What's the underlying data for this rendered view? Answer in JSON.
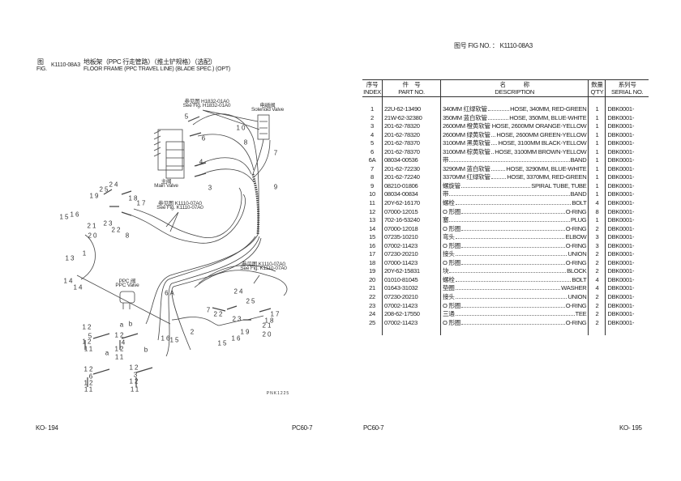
{
  "left_header": {
    "fig_cn": "图",
    "fig_en": "FIG.",
    "fig_no": "K1110-08A3",
    "title_cn": "地板架（PPC 行走管路）（推土铲规格）（选配）",
    "title_en": "FLOOR FRAME (PPC TRAVEL LINE) (BLADE SPEC.) (OPT)"
  },
  "right_header": {
    "fig_label": "图号 FIG NO. ：",
    "fig_no": "K1110-08A3"
  },
  "diagram": {
    "notes": {
      "see_h1832_cn": "参见图 H1832-01A0",
      "see_h1832_en": "See Fig. H1832-01A0",
      "solenoid_cn": "电磁阀",
      "solenoid_en": "Solenoid Valve",
      "main_valve_cn": "主阀",
      "main_valve_en": "Main Valve",
      "see_k1110_cn": "参见图 K1110-07A0",
      "see_k1110_en": "See Fig. K1110-07A0",
      "ppc_cn": "PPC 阀",
      "ppc_en": "PPC Valve",
      "drawing_code": "PNK1225"
    },
    "callouts": [
      "5",
      "6",
      "4",
      "3",
      "10",
      "8",
      "7",
      "9",
      "24",
      "25",
      "19",
      "18",
      "17",
      "15",
      "16",
      "21",
      "23",
      "22",
      "20",
      "8",
      "1",
      "13",
      "14",
      "14",
      "6A",
      "24",
      "25",
      "7",
      "22",
      "23",
      "17",
      "18",
      "21",
      "19",
      "20",
      "2",
      "16",
      "15",
      "15",
      "16",
      "12",
      "5",
      "12",
      "11",
      "a",
      "b",
      "12",
      "4",
      "12",
      "11",
      "a",
      "12",
      "6",
      "12",
      "11",
      "b",
      "12",
      "3",
      "12",
      "11"
    ]
  },
  "table": {
    "headers": {
      "index_cn": "序号",
      "index_en": "INDEX",
      "part_cn": "件　号",
      "part_en": "PART NO.",
      "desc_cn": "名　　　称",
      "desc_en": "DESCRIPTION",
      "qty_cn": "数量",
      "qty_en": "Q'TY",
      "serial_cn": "系列号",
      "serial_en": "SERIAL NO."
    },
    "rows": [
      {
        "index": "1",
        "part": "22U-62-13490",
        "cn": "340MM 红绿软管",
        "en": "HOSE, 340MM, RED-GREEN",
        "qty": "1",
        "serial": "DBK0001-"
      },
      {
        "index": "2",
        "part": "21W-62-32380",
        "cn": "350MM 蓝白软管",
        "en": "HOSE, 350MM, BLUE-WHITE",
        "qty": "1",
        "serial": "DBK0001-"
      },
      {
        "index": "3",
        "part": "201-62-78320",
        "cn": "2600MM 橙黄软管",
        "en": "HOSE, 2600MM ORANGE-YELLOW",
        "qty": "1",
        "serial": "DBK0001-"
      },
      {
        "index": "4",
        "part": "201-62-78320",
        "cn": "2600MM 绿黄软管",
        "en": "HOSE, 2600MM GREEN-YELLOW",
        "qty": "1",
        "serial": "DBK0001-"
      },
      {
        "index": "5",
        "part": "201-62-78370",
        "cn": "3100MM 黑黄软管",
        "en": "HOSE, 3100MM BLACK-YELLOW",
        "qty": "1",
        "serial": "DBK0001-"
      },
      {
        "index": "6",
        "part": "201-62-78370",
        "cn": "3100MM 棕黄软管",
        "en": "HOSE, 3100MM BROWN-YELLOW",
        "qty": "1",
        "serial": "DBK0001-"
      },
      {
        "index": "6A",
        "part": "08034-00536",
        "cn": "带",
        "en": "BAND",
        "qty": "1",
        "serial": "DBK0001-"
      },
      {
        "index": "7",
        "part": "201-62-72230",
        "cn": "3290MM 蓝白软管",
        "en": "HOSE, 3290MM, BLUE-WHITE",
        "qty": "1",
        "serial": "DBK0001-"
      },
      {
        "index": "8",
        "part": "201-62-72240",
        "cn": "3370MM 红绿软管",
        "en": "HOSE, 3370MM, RED-GREEN",
        "qty": "1",
        "serial": "DBK0001-"
      },
      {
        "index": "9",
        "part": "08210-01806",
        "cn": "螺旋管",
        "en": "SPIRAL TUBE, TUBE",
        "qty": "1",
        "serial": "DBK0001-"
      },
      {
        "index": "10",
        "part": "08034-00834",
        "cn": "带",
        "en": "BAND",
        "qty": "1",
        "serial": "DBK0001-"
      },
      {
        "index": "11",
        "part": "20Y-62-16170",
        "cn": "螺栓",
        "en": "BOLT",
        "qty": "4",
        "serial": "DBK0001-"
      },
      {
        "index": "12",
        "part": "07000-12015",
        "cn": "O 形圈",
        "en": "O-RING",
        "qty": "8",
        "serial": "DBK0001-"
      },
      {
        "index": "13",
        "part": "702-16-53240",
        "cn": "塞",
        "en": "PLUG",
        "qty": "1",
        "serial": "DBK0001-"
      },
      {
        "index": "14",
        "part": "07000-12018",
        "cn": "O 形圈",
        "en": "O-RING",
        "qty": "2",
        "serial": "DBK0001-"
      },
      {
        "index": "15",
        "part": "07235-10210",
        "cn": "弯头",
        "en": "ELBOW",
        "qty": "3",
        "serial": "DBK0001-"
      },
      {
        "index": "16",
        "part": "07002-11423",
        "cn": "O 形圈",
        "en": "O-RING",
        "qty": "3",
        "serial": "DBK0001-"
      },
      {
        "index": "17",
        "part": "07230-20210",
        "cn": "接头",
        "en": "UNION",
        "qty": "2",
        "serial": "DBK0001-"
      },
      {
        "index": "18",
        "part": "07000-11423",
        "cn": "O 形圈",
        "en": "O-RING",
        "qty": "2",
        "serial": "DBK0001-"
      },
      {
        "index": "19",
        "part": "20Y-62-15831",
        "cn": "块",
        "en": "BLOCK",
        "qty": "2",
        "serial": "DBK0001-"
      },
      {
        "index": "20",
        "part": "01010-81045",
        "cn": "螺栓",
        "en": "BOLT",
        "qty": "4",
        "serial": "DBK0001-"
      },
      {
        "index": "21",
        "part": "01643-31032",
        "cn": "垫圈",
        "en": "WASHER",
        "qty": "4",
        "serial": "DBK0001-"
      },
      {
        "index": "22",
        "part": "07230-20210",
        "cn": "接头",
        "en": "UNION",
        "qty": "2",
        "serial": "DBK0001-"
      },
      {
        "index": "23",
        "part": "07002-11423",
        "cn": "O 形圈",
        "en": "O-RING",
        "qty": "2",
        "serial": "DBK0001-"
      },
      {
        "index": "24",
        "part": "208-62-17550",
        "cn": "三通",
        "en": "TEE",
        "qty": "2",
        "serial": "DBK0001-"
      },
      {
        "index": "25",
        "part": "07002-11423",
        "cn": "O 形圈",
        "en": "O-RING",
        "qty": "2",
        "serial": "DBK0001-"
      }
    ]
  },
  "footer": {
    "left_page": "KO- 194",
    "left_model": "PC60-7",
    "right_model": "PC60-7",
    "right_page": "KO- 195"
  }
}
